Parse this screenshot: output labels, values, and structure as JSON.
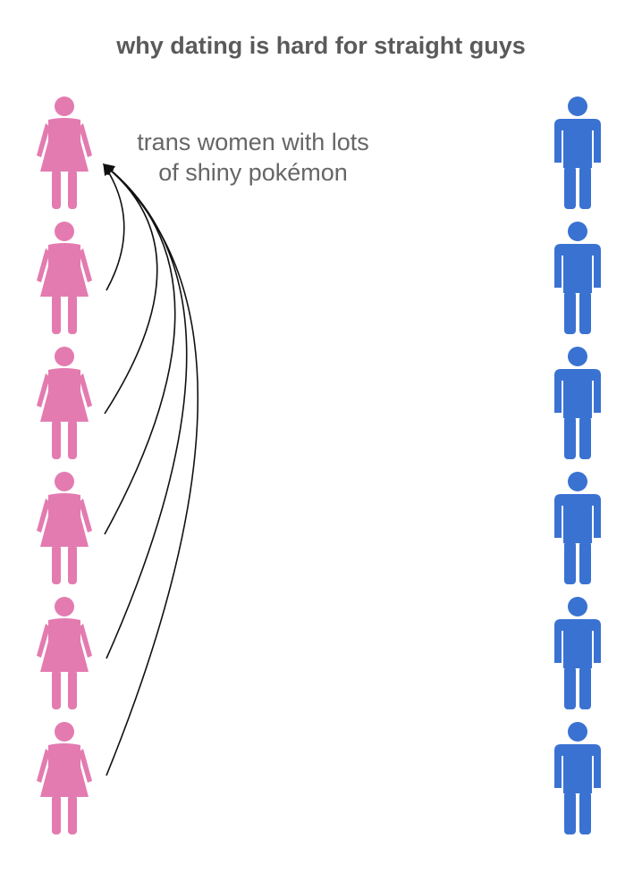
{
  "title": "why dating is hard for straight guys",
  "annotation": {
    "lines": [
      "trans women with lots",
      "of shiny pokémon"
    ]
  },
  "colors": {
    "women": "#e37bb0",
    "men": "#3a72d2",
    "arrows": "#111111",
    "title": "#5a5a5a",
    "annotation": "#666666"
  },
  "icons": {
    "women": "female-figure-icon",
    "men": "male-figure-icon",
    "women_count": 6,
    "men_count": 6
  }
}
